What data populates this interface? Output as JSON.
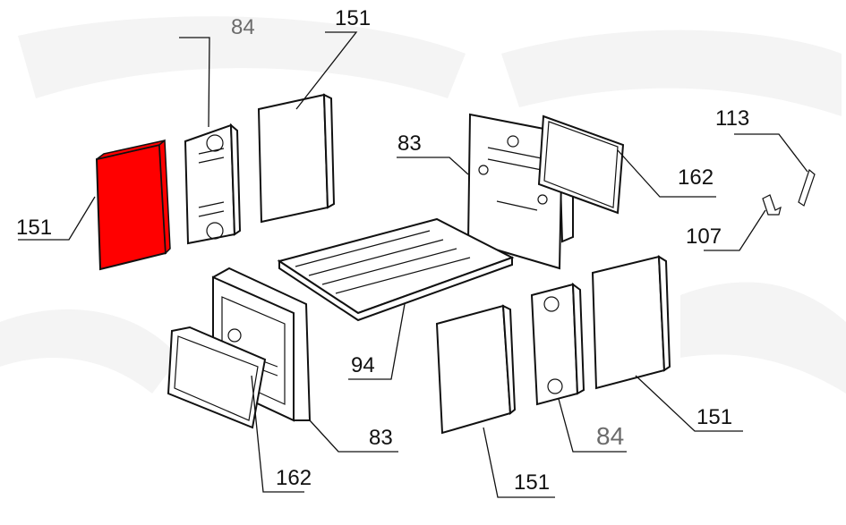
{
  "highlight_color": "#ff0000",
  "label_color": "#111111",
  "label_muted_color": "#6b6b6b",
  "callouts": [
    {
      "id": "tl-151",
      "text": "151"
    },
    {
      "id": "left-151",
      "text": "151"
    },
    {
      "id": "tl-84",
      "text": "84"
    },
    {
      "id": "mid-83",
      "text": "83"
    },
    {
      "id": "right-162",
      "text": "162"
    },
    {
      "id": "r-113",
      "text": "113"
    },
    {
      "id": "r-107",
      "text": "107"
    },
    {
      "id": "c-94",
      "text": "94"
    },
    {
      "id": "b-83",
      "text": "83"
    },
    {
      "id": "b-162",
      "text": "162"
    },
    {
      "id": "b-151",
      "text": "151"
    },
    {
      "id": "br-84",
      "text": "84"
    },
    {
      "id": "br-151",
      "text": "151"
    }
  ]
}
